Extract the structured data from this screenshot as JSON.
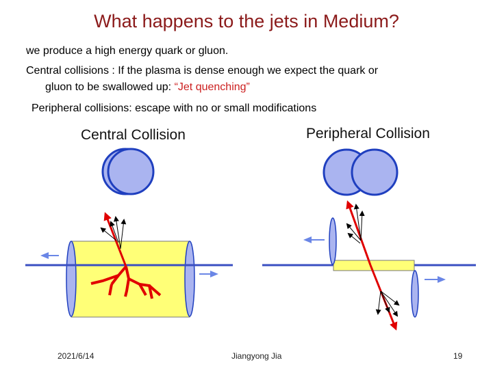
{
  "slide": {
    "title": "What happens to the jets in Medium?",
    "bullet_1": "we produce a high energy quark or gluon.",
    "bullet_2_prefix": "Central collisions :  If the plasma is dense enough we expect the quark or",
    "bullet_2_cont": "gluon to be swallowed up: ",
    "bullet_2_highlight": "“Jet quenching”",
    "bullet_3": "Peripheral collisions: escape with no or small modifications"
  },
  "figure": {
    "central_label": "Central Collision",
    "peripheral_label": "Peripheral Collision"
  },
  "footer": {
    "date": "2021/6/14",
    "author": "Jiangyong Jia",
    "page_number": "19"
  },
  "colors": {
    "title": "#8b1a1a",
    "highlight": "#cc1f1f",
    "nucleus_fill": "#aab4f0",
    "nucleus_stroke": "#1f3fbf",
    "medium_fill": "#ffff77",
    "beam": "#3a4fc2",
    "jet": "#e00000"
  }
}
